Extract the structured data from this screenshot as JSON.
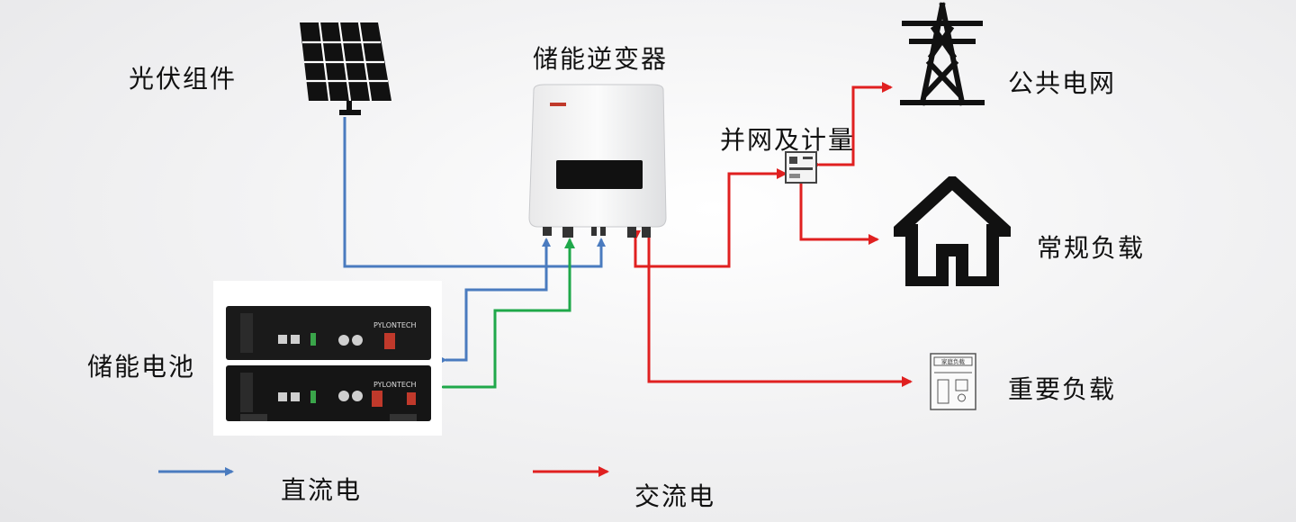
{
  "labels": {
    "pv_modules": "光伏组件",
    "storage_inverter": "储能逆变器",
    "public_grid": "公共电网",
    "grid_metering": "并网及计量",
    "regular_load": "常规负载",
    "storage_battery": "储能电池",
    "important_load": "重要负载"
  },
  "battery_brand": "PYLONTECH",
  "important_load_box_label": "家庭负载",
  "legend": [
    {
      "label": "直流电",
      "color": "#4a7bbf",
      "icon": "arrow-right-icon"
    },
    {
      "label": "交流电",
      "color": "#e02020",
      "icon": "arrow-right-icon"
    }
  ],
  "colors": {
    "dc": "#4a7bbf",
    "ac": "#e02020",
    "battery_link": "#1fa84a"
  },
  "icons": {
    "pv": "solar-panel-icon",
    "inverter": "inverter-icon",
    "grid": "transmission-tower-icon",
    "meter": "meter-icon",
    "regular_load": "house-icon",
    "battery": "battery-rack-icon",
    "important_load": "load-panel-icon"
  }
}
